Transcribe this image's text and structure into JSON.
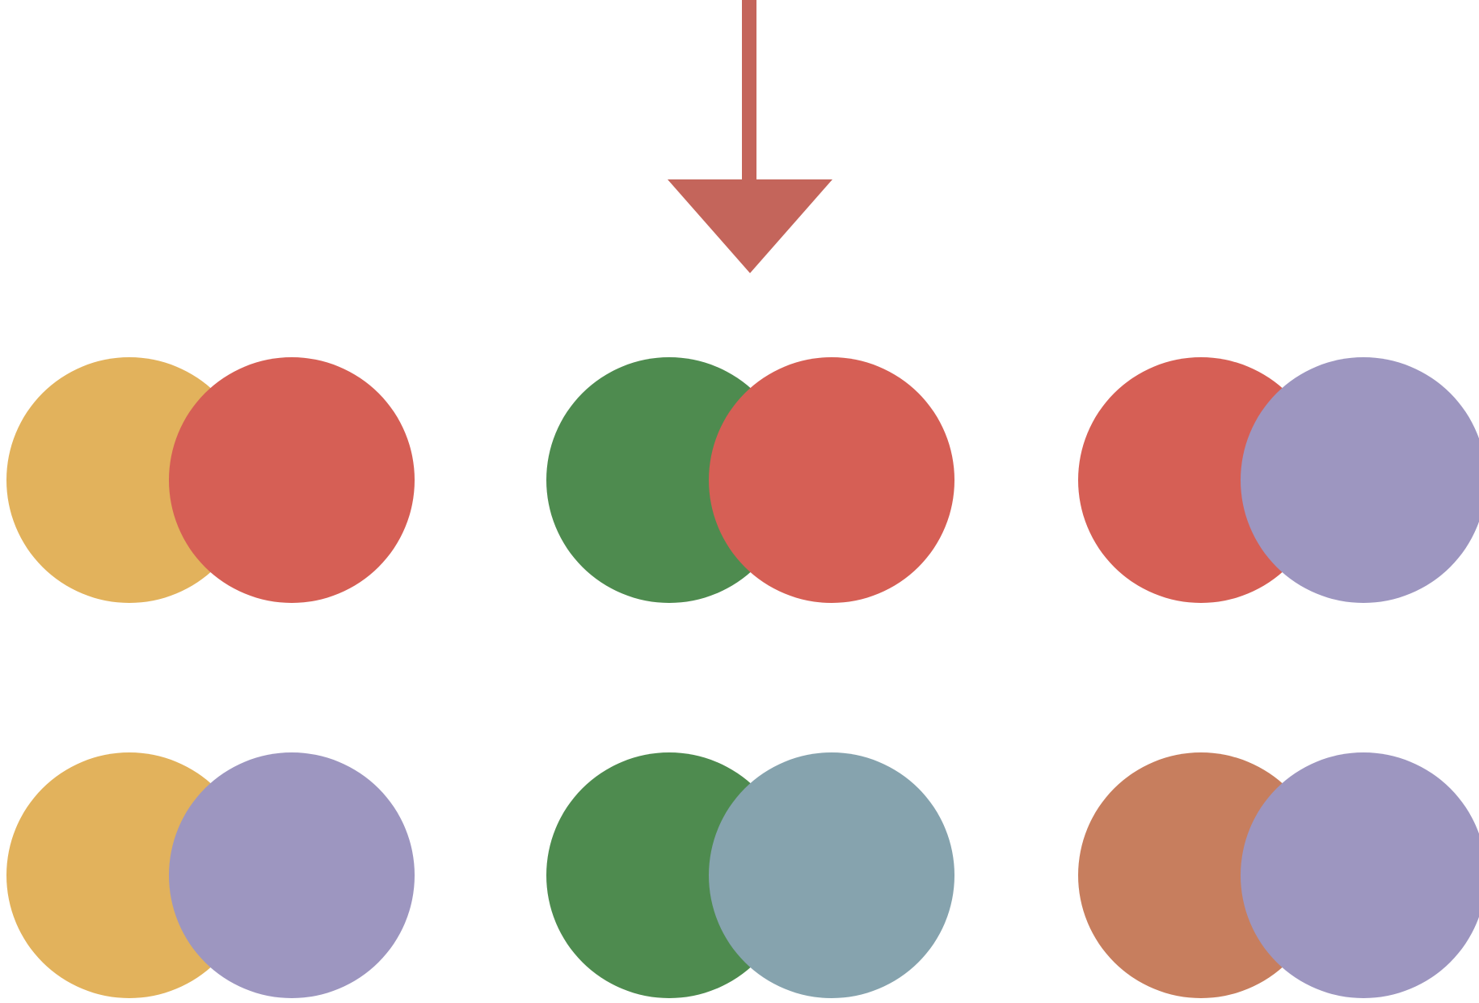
{
  "colors": {
    "arrow": "#c4655b",
    "yellow": "#e2b25c",
    "red": "#d65f55",
    "green": "#4e8b4f",
    "purple": "#9d96c0",
    "slate": "#86a3ae",
    "terracotta": "#c77e5e",
    "outline": "#111111"
  },
  "arrow": {
    "icon": "down-arrow-icon",
    "direction": "down"
  },
  "pairs": [
    {
      "left": {
        "color": "yellow",
        "icon": "airplane-icon"
      },
      "right": {
        "color": "red",
        "icon": "bird-icon"
      }
    },
    {
      "left": {
        "color": "green",
        "icon": "flower-icon"
      },
      "right": {
        "color": "red",
        "icon": "bird-icon"
      }
    },
    {
      "left": {
        "color": "red",
        "icon": "bird-icon"
      },
      "right": {
        "color": "purple",
        "icon": "dumpling-icon"
      }
    },
    {
      "left": {
        "color": "yellow",
        "icon": "airplane-icon"
      },
      "right": {
        "color": "purple",
        "icon": "dumpling-icon"
      }
    },
    {
      "left": {
        "color": "green",
        "icon": "flower-icon"
      },
      "right": {
        "color": "slate",
        "icon": "bolt-icon"
      }
    },
    {
      "left": {
        "color": "terracotta",
        "icon": "sausage-icon"
      },
      "right": {
        "color": "purple",
        "icon": "dumpling-icon"
      }
    }
  ]
}
